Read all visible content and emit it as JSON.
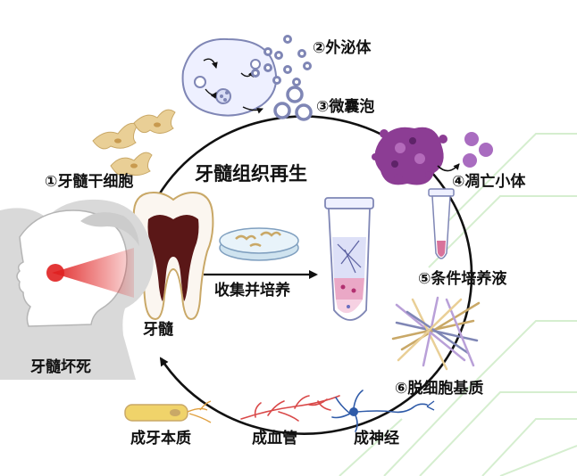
{
  "title": "牙髓组织再生",
  "labels": {
    "exosome": "②外泌体",
    "microvesicle": "③微囊泡",
    "stem_cell": "①牙髓干细胞",
    "apoptotic_body": "④凋亡小体",
    "conditioned_medium": "⑤条件培养液",
    "decellularized_matrix": "⑥脱细胞基质",
    "pulp": "牙髓",
    "pulp_necrosis": "牙髓坏死",
    "collect_culture": "收集并培养",
    "dentin": "成牙本质",
    "blood_vessel": "成血管",
    "nerve": "成神经"
  },
  "colors": {
    "ink": "#111111",
    "cell_tan": "#e9cf96",
    "vesicle": "#7f86b5",
    "apoptotic": "#8c3d94",
    "pulp_red": "#5a1717",
    "laser": "#e02020",
    "medium_pink": "#d8739b",
    "vessel_red": "#d94848",
    "nerve_blue": "#2e5aa8",
    "bg_lines": "#d5eecf"
  }
}
